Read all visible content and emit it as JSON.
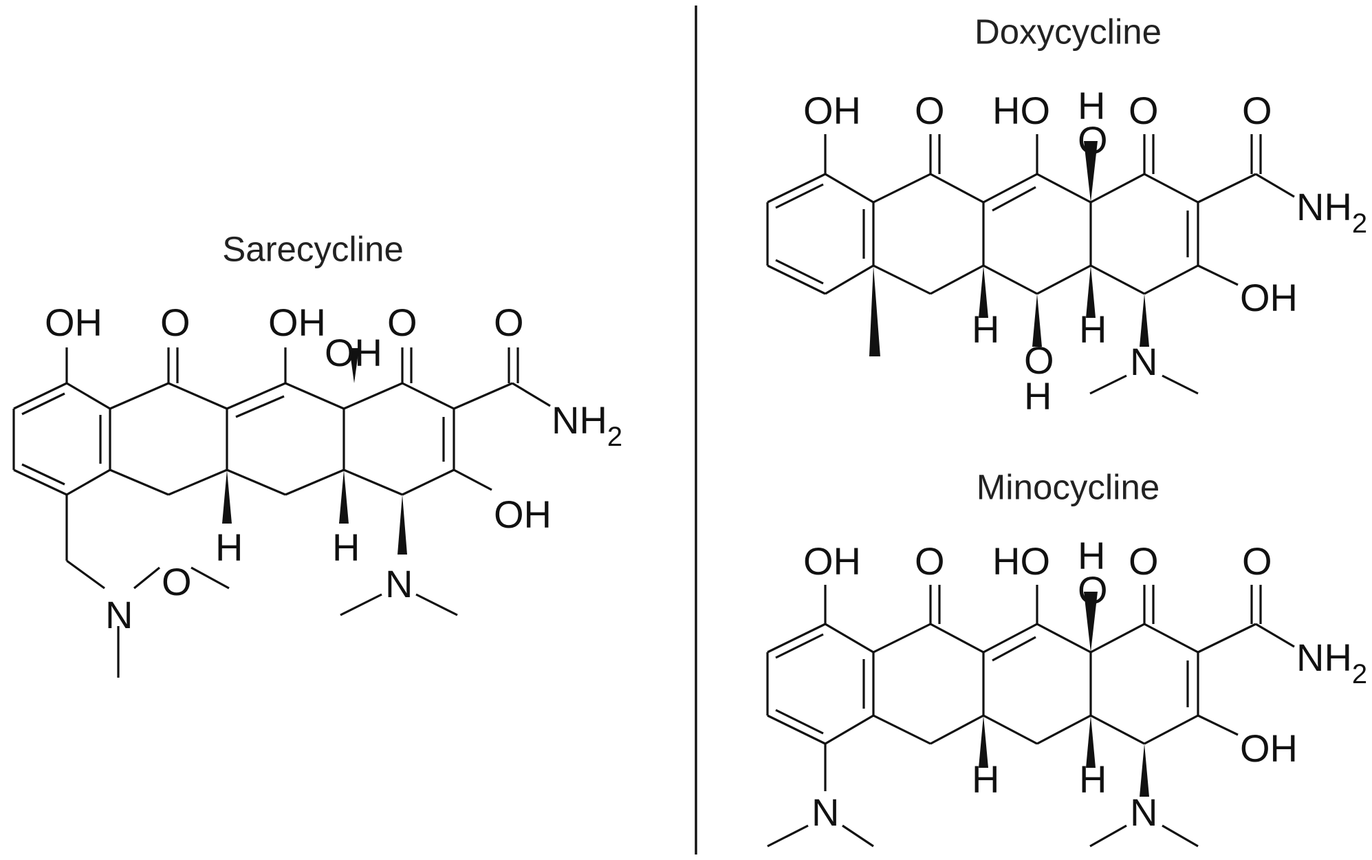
{
  "figure": {
    "colors": {
      "ink": "#111111",
      "background": "#ffffff"
    },
    "sarecycline": {
      "name": "Sarecycline",
      "labels": {
        "oh_a": "OH",
        "o_ketone1": "O",
        "oh_b": "OH",
        "oh_c": "OH",
        "o_ketone2": "O",
        "o_amide": "O",
        "nh": "NH",
        "nh_sub": "2",
        "oh_d": "OH",
        "h_a": "H",
        "h_b": "H",
        "n_dimethyl": "N",
        "n_methoxy": "N",
        "o_methoxy": "O"
      }
    },
    "doxycycline": {
      "name": "Doxycycline",
      "labels": {
        "oh_a": "OH",
        "o_ketone1": "O",
        "ho_b": "HO",
        "h_top": "H",
        "o_top": "O",
        "o_ketone2": "O",
        "o_amide": "O",
        "nh": "NH",
        "nh_sub": "2",
        "oh_d": "OH",
        "h_a": "H",
        "h_b": "H",
        "o_bottom": "O",
        "h_bottom": "H",
        "n_dimethyl": "N"
      }
    },
    "minocycline": {
      "name": "Minocycline",
      "labels": {
        "oh_a": "OH",
        "o_ketone1": "O",
        "ho_b": "HO",
        "h_top": "H",
        "o_top": "O",
        "o_ketone2": "O",
        "o_amide": "O",
        "nh": "NH",
        "nh_sub": "2",
        "oh_d": "OH",
        "h_a": "H",
        "h_b": "H",
        "n_dimethyl_a": "N",
        "n_dimethyl_b": "N"
      }
    }
  }
}
